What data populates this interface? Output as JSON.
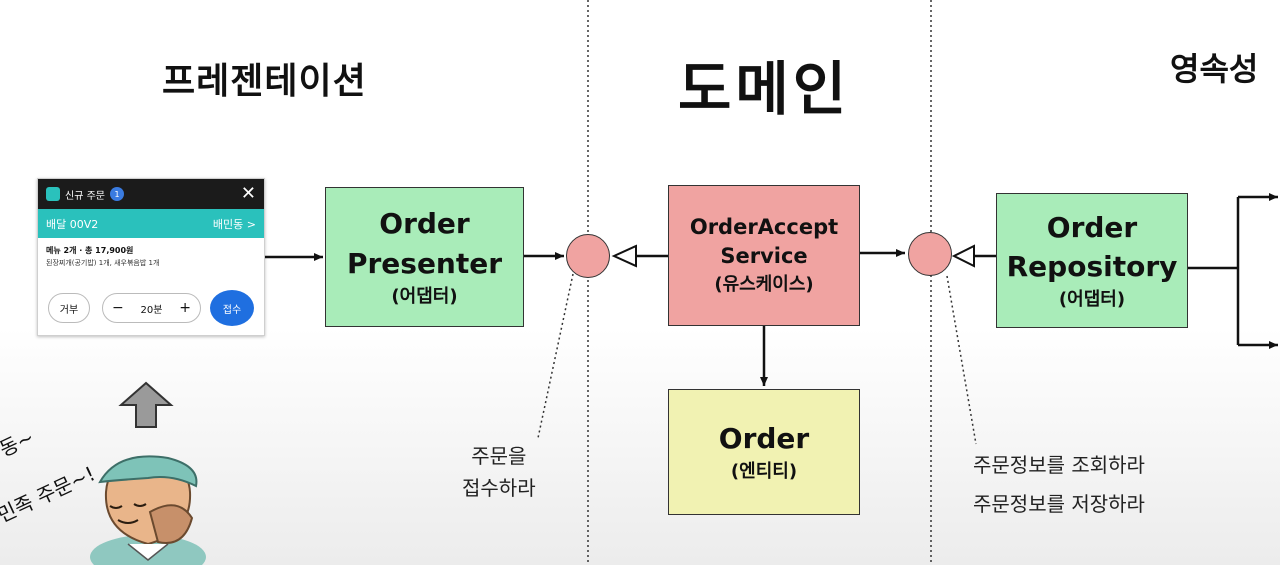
{
  "titles": {
    "presentation": "프레젠테이션",
    "domain": "도메인",
    "persistence": "영속성"
  },
  "boxes": {
    "presenter": {
      "line1": "Order",
      "line2": "Presenter",
      "sub": "(어댑터)"
    },
    "service": {
      "line1": "OrderAccept",
      "line2": "Service",
      "sub": "(유스케이스)"
    },
    "entity": {
      "line1": "Order",
      "sub": "(엔티티)"
    },
    "repository": {
      "line1": "Order",
      "line2": "Repository",
      "sub": "(어댑터)"
    }
  },
  "notes": {
    "accept": [
      "주문을",
      "접수하라"
    ],
    "persist": [
      "주문정보를 조회하라",
      "주문정보를 저장하라"
    ]
  },
  "order_card": {
    "header_title": "신규 주문",
    "header_badge": "1",
    "close_icon": "close-icon",
    "delivery_code": "배달 00V2",
    "app_link": "배민동 >",
    "summary": "메뉴 2개 · 총 17,900원",
    "items": "된장찌개(공기밥) 1개, 새우볶음밥 1개",
    "reject_label": "거부",
    "minus": "−",
    "time_value": "20분",
    "plus": "+",
    "accept_label": "접수"
  },
  "speech": {
    "line1": "동~",
    "line2": "민족 주문~!"
  },
  "colors": {
    "adapter": "#a9ecb9",
    "usecase": "#f0a3a1",
    "entity": "#f1f2b2",
    "port": "#f0a3a1",
    "baemin_mint": "#2ac1bc",
    "accept_button": "#1f6fe0"
  }
}
